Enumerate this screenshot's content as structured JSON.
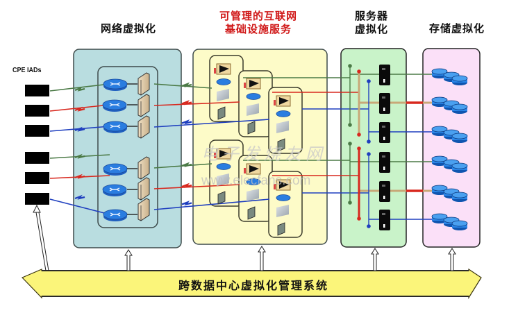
{
  "titles": {
    "network_virtualization": "网络虚拟化",
    "managed_infrastructure_line1": "可管理的互联网",
    "managed_infrastructure_line2": "基础设施服务",
    "server_virtualization_line1": "服务器",
    "server_virtualization_line2": "虚拟化",
    "storage_virtualization": "存储虚拟化"
  },
  "cpe_label": "CPE IADs",
  "management_bus_label": "跨数据中心虚拟化管理系统",
  "watermark": {
    "chinese": "电子发烧友网",
    "url": "www.elecfans.com"
  },
  "colors": {
    "network_panel": "#b9dde0",
    "infrastructure_panel": "#fdfbc8",
    "server_panel": "#c9f3c9",
    "storage_panel": "#fbe0f8",
    "bus_fill": "#fbf57a",
    "line_green": "#4b7a46",
    "line_red": "#d8281e",
    "line_blue": "#1f3fbf",
    "line_tan": "#c8a878",
    "router_blue": "#2a7de0",
    "disk_blue": "#2a86e8"
  },
  "icons": {
    "cpe_device": "black-rectangle",
    "router": "router-icon",
    "firewall": "firewall-icon",
    "load_balancer": "load-balancer-icon",
    "server": "server-tower-icon",
    "storage": "disk-stack-icon"
  },
  "diagram": {
    "cpe_count": 6,
    "router_count": 6,
    "infrastructure_nodes": 6,
    "server_count": 6,
    "storage_stacks": 6,
    "channel_colors": [
      "green",
      "red",
      "blue",
      "green",
      "red",
      "blue"
    ]
  }
}
